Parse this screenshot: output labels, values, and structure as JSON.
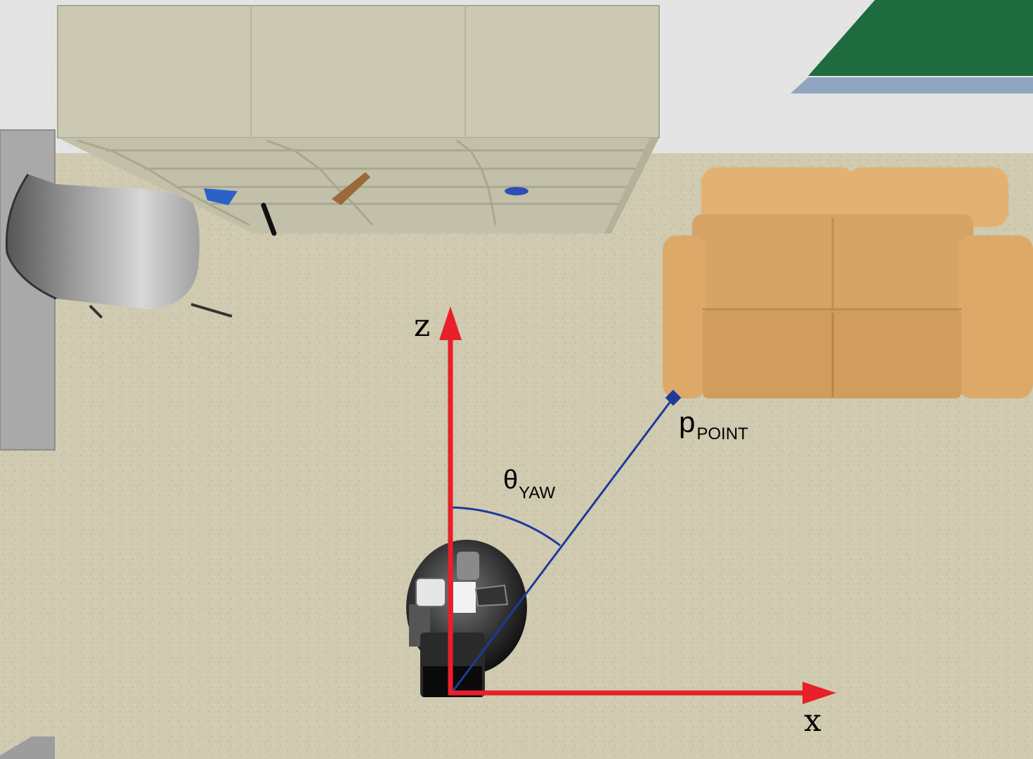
{
  "diagram": {
    "axes": [
      {
        "name": "z",
        "label": "z"
      },
      {
        "name": "x",
        "label": "x"
      }
    ],
    "point": {
      "symbol": "p",
      "subscript": "POINT"
    },
    "angle": {
      "symbol": "θ",
      "subscript": "YAW"
    }
  },
  "colors": {
    "axis": "#e8202a",
    "vector": "#1e3a9a",
    "floor": "#cfcab0",
    "wall": "#e6e6e6",
    "shelf": "#cbc8b4",
    "sofa": "#d6a466",
    "rug": "#1d6b3e"
  },
  "icons": [
    "robot-icon",
    "sofa-icon",
    "armchair-icon",
    "shelf-icon"
  ]
}
